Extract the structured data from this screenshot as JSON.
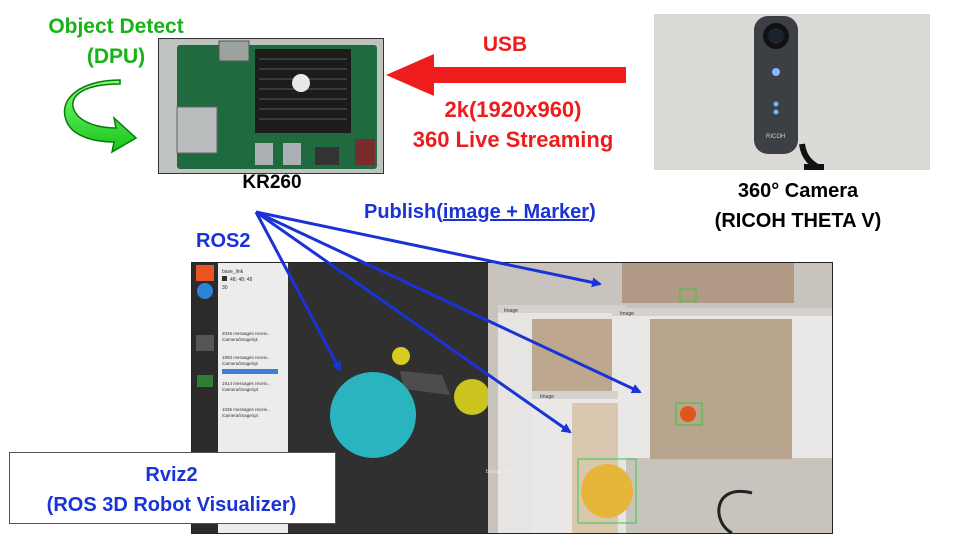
{
  "labels": {
    "object_detect_line1": "Object Detect",
    "object_detect_line2": "(DPU)",
    "kr260": "KR260",
    "usb": "USB",
    "stream_line1": "2k(1920x960)",
    "stream_line2": "360 Live Streaming",
    "camera_line1": "360° Camera",
    "camera_line2": "(RICOH THETA V)",
    "publish_prefix": "Publish(",
    "publish_underlined": "image + Marker",
    "publish_suffix": ")",
    "ros2": "ROS2",
    "rviz_line1": "Rviz2",
    "rviz_line2": "(ROS 3D Robot Visualizer)"
  },
  "screenshot": {
    "panel_title_1": "base_link",
    "panel_color": "48; 48; 48",
    "panel_value": "30",
    "topics": [
      {
        "count": "2046 messages receiv...",
        "topic": "/camera/image/q1"
      },
      {
        "count": "1993 messages receiv...",
        "topic": "/camera/image/q2"
      },
      {
        "count": "1914 messages receiv...",
        "topic": "/camera/image/q3"
      },
      {
        "count": "1036 messages receiv...",
        "topic": "/camera/image/q4"
      }
    ],
    "image_window_title": "Image",
    "terminal_text": "b/aarch6",
    "camera_brand": "RICOH"
  },
  "colors": {
    "green": "#17b317",
    "red": "#ee1c1c",
    "blue": "#1a33d6"
  }
}
